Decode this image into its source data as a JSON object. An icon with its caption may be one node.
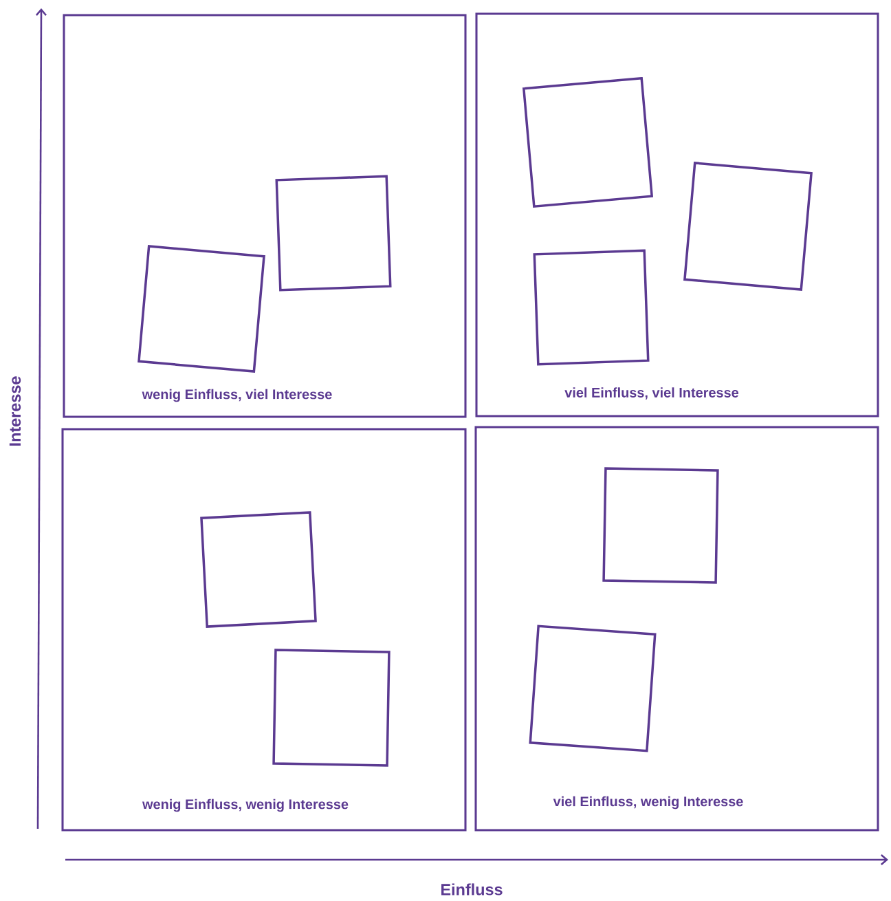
{
  "diagram": {
    "nodes": [
      {
        "text": [
          "wenig Einfluss, viel Interesse"
        ]
      },
      {
        "text": [],
        "shape": "box",
        "in": 0
      },
      {
        "text": [],
        "shape": "box",
        "in": 0
      },
      {
        "text": [
          "viel Einfluss, viel Interesse"
        ]
      },
      {
        "text": [],
        "shape": "box",
        "in": 3
      },
      {
        "text": [],
        "shape": "box",
        "in": 3
      },
      {
        "text": [],
        "shape": "box",
        "in": 3
      },
      {
        "text": [
          "wenig Einfluss, wenig Interesse"
        ]
      },
      {
        "text": [],
        "shape": "box",
        "in": 7
      },
      {
        "text": [],
        "shape": "box",
        "in": 7
      },
      {
        "text": [
          "viel Einfluss, wenig Interesse"
        ]
      },
      {
        "text": [],
        "shape": "box",
        "in": 10
      },
      {
        "text": [],
        "shape": "box",
        "in": 10
      }
    ],
    "edges": [],
    "labels": [
      "Interesse",
      "Einfluss"
    ]
  }
}
